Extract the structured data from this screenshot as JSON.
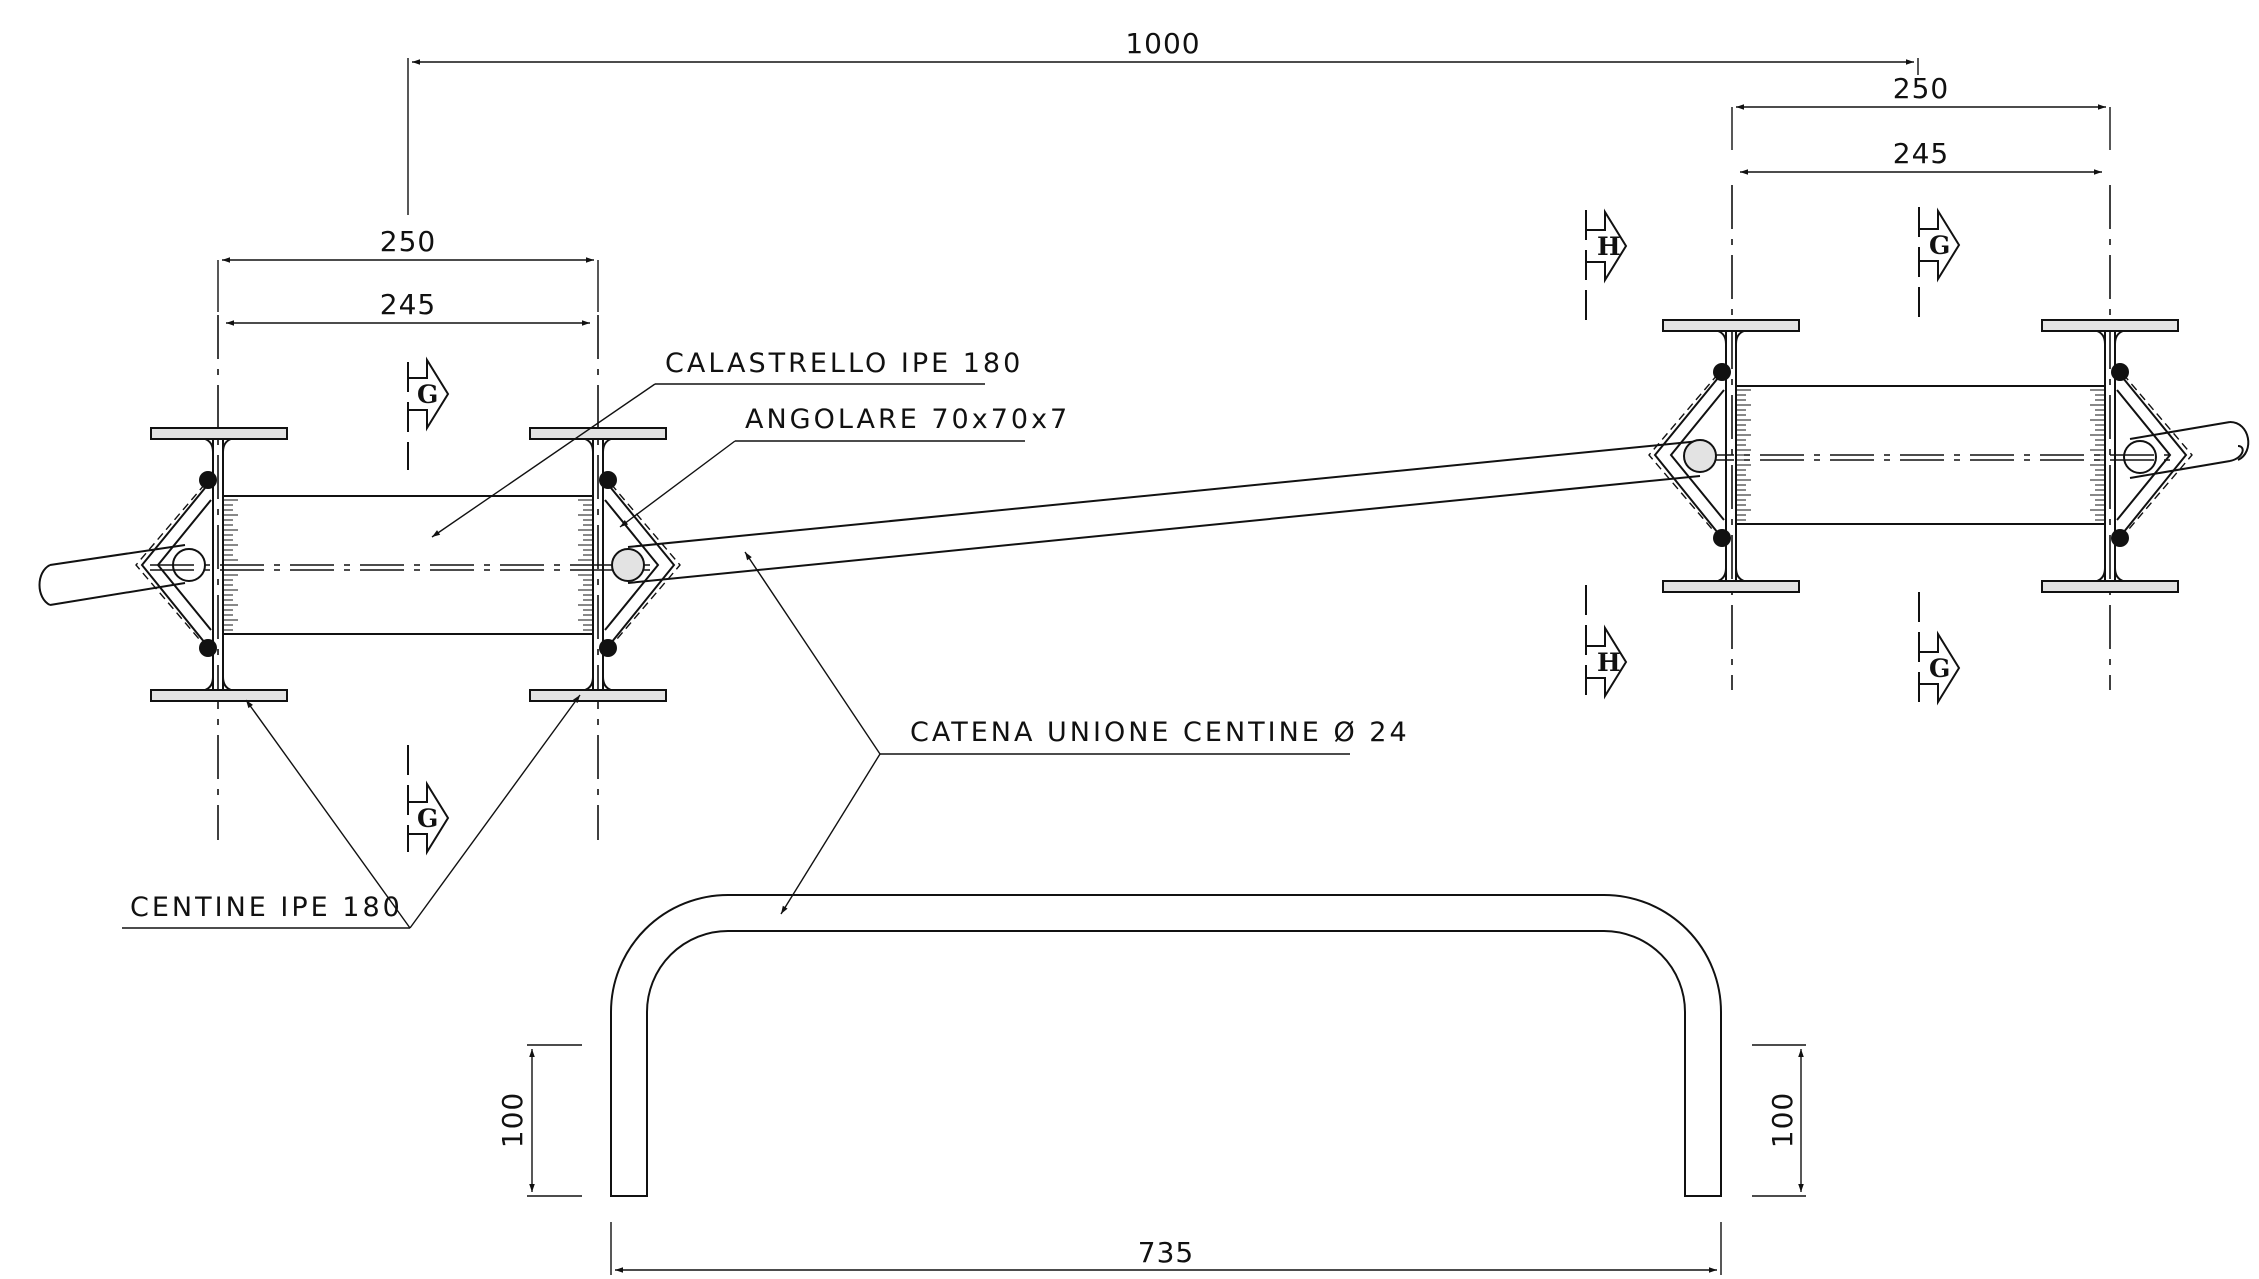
{
  "dimensions": {
    "top_span": "1000",
    "left_outer": "250",
    "left_inner": "245",
    "right_outer": "250",
    "right_inner": "245",
    "hook_left": "100",
    "hook_right": "100",
    "bar_length": "735"
  },
  "labels": {
    "calastrello": "CALASTRELLO IPE 180",
    "angolare": "ANGOLARE 70x70x7",
    "catena": "CATENA UNIONE CENTINE Ø 24",
    "centine": "CENTINE IPE 180"
  },
  "section_marks": {
    "g": "G",
    "h": "H"
  },
  "colors": {
    "line": "#111111",
    "flange_fill": "#e3e3e3",
    "background": "#ffffff"
  }
}
